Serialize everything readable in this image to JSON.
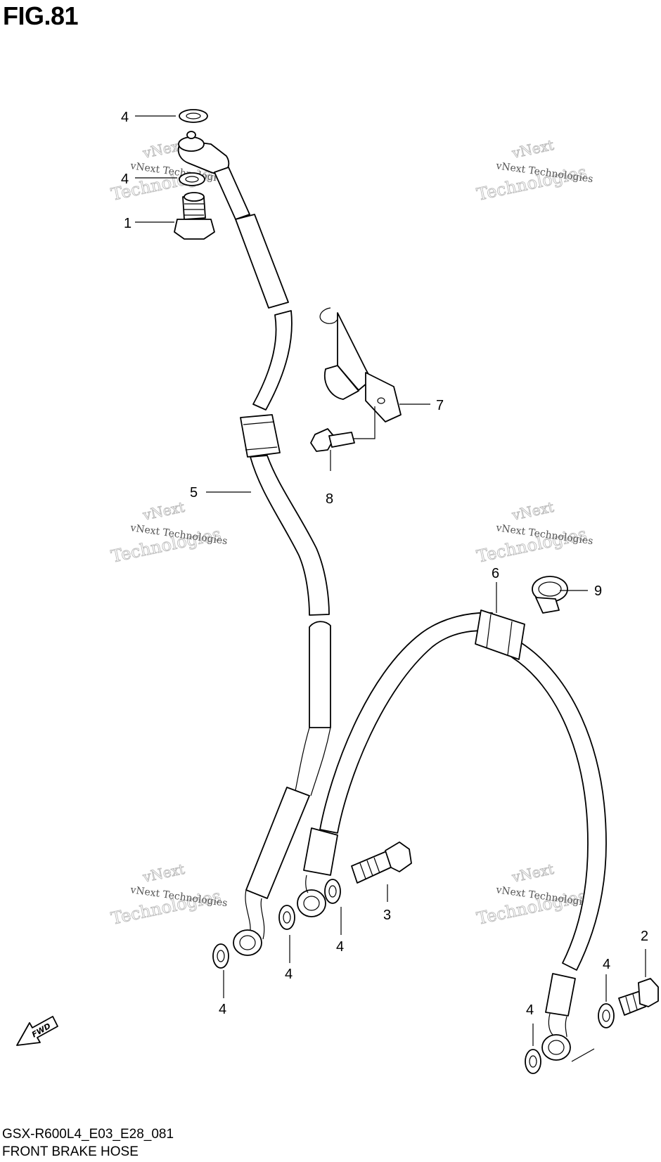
{
  "figure_title": "FIG.81",
  "model_code": "GSX-R600L4_E03_E28_081",
  "caption": "FRONT BRAKE HOSE",
  "fwd_label": "FWD",
  "watermark": {
    "line1": "vNext Technologies",
    "line2": "vNext",
    "line3": "Technologies"
  },
  "callouts": {
    "c1": "1",
    "c2": "2",
    "c3": "3",
    "c4a": "4",
    "c4b": "4",
    "c4c": "4",
    "c4d": "4",
    "c4e": "4",
    "c4f": "4",
    "c4g": "4",
    "c5": "5",
    "c6": "6",
    "c7": "7",
    "c8": "8",
    "c9": "9"
  }
}
